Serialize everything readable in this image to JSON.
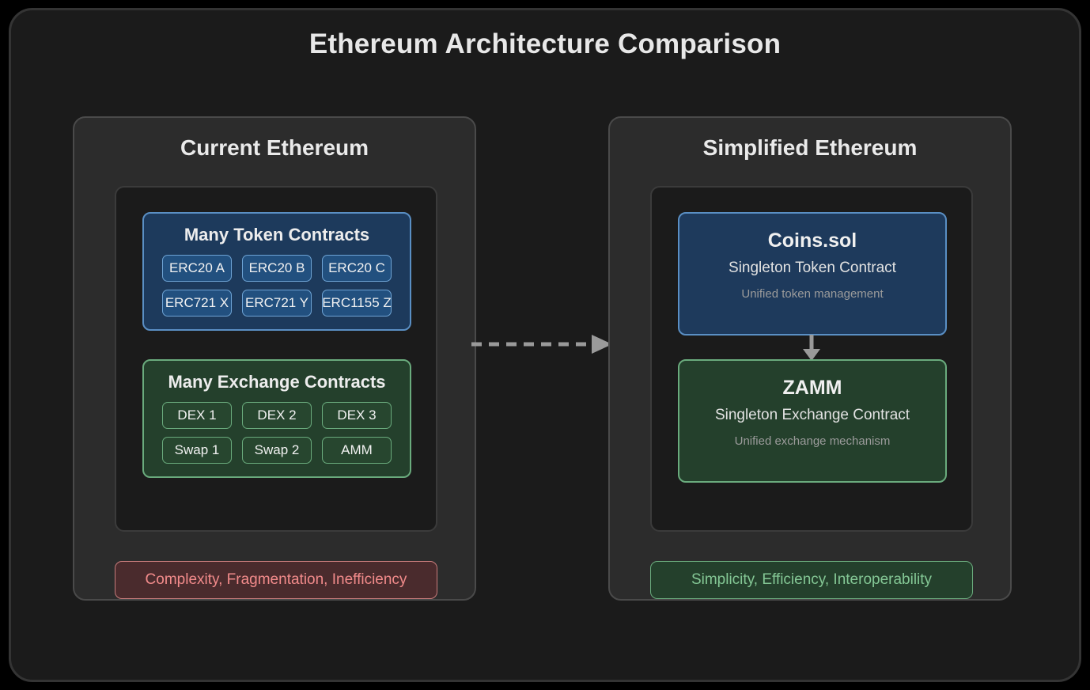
{
  "title": "Ethereum Architecture Comparison",
  "colors": {
    "page_background": "#000000",
    "frame_background": "#1b1b1b",
    "frame_border": "#343434",
    "panel_background": "#2c2c2c",
    "panel_border": "#4a4a4a",
    "inner_background": "#1b1b1b",
    "inner_border": "#3b3b3b",
    "blue_fill": "#1d3a5c",
    "blue_border": "#5a8fc4",
    "green_fill": "#24402c",
    "green_border": "#6aab7d",
    "red_fill": "#4a2b2d",
    "red_border": "#c77b7b",
    "red_text": "#f28b8b",
    "green_text": "#84c795",
    "arrow_gray": "#9a9a9a",
    "title_text": "#e8e8e8"
  },
  "left_panel": {
    "title": "Current Ethereum",
    "token_group": {
      "title": "Many Token Contracts",
      "chips": [
        "ERC20 A",
        "ERC20 B",
        "ERC20 C",
        "ERC721 X",
        "ERC721 Y",
        "ERC1155 Z"
      ]
    },
    "exchange_group": {
      "title": "Many Exchange Contracts",
      "chips": [
        "DEX 1",
        "DEX 2",
        "DEX 3",
        "Swap 1",
        "Swap 2",
        "AMM"
      ]
    },
    "badge": "Complexity, Fragmentation, Inefficiency"
  },
  "right_panel": {
    "title": "Simplified Ethereum",
    "token_box": {
      "title": "Coins.sol",
      "subtitle": "Singleton Token Contract",
      "note": "Unified token management"
    },
    "exchange_box": {
      "title": "ZAMM",
      "subtitle": "Singleton Exchange Contract",
      "note": "Unified exchange mechanism"
    },
    "badge": "Simplicity, Efficiency, Interoperability"
  },
  "connectors": {
    "transition_arrow": "dashed-right-arrow-icon",
    "vertical_arrow": "solid-down-arrow-icon"
  }
}
